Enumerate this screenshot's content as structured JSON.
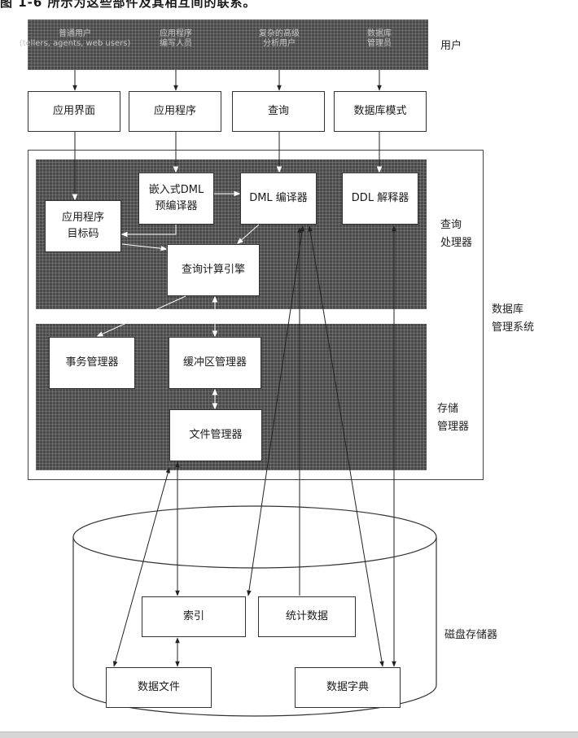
{
  "caption": "图 1-6 所示为这些部件及其相互间的联系。",
  "user_bar": {
    "side_label": "用户",
    "users": [
      {
        "line1": "普通用户",
        "line2": "(tellers, agents, web users)"
      },
      {
        "line1": "应用程序",
        "line2": "编写人员"
      },
      {
        "line1": "复杂的高级",
        "line2": "分析用户"
      },
      {
        "line1": "数据库",
        "line2": "管理员"
      }
    ]
  },
  "interfaces": {
    "app_interface": "应用界面",
    "app_program": "应用程序",
    "query": "查询",
    "db_schema": "数据库模式"
  },
  "dbms": {
    "label_line1": "数据库",
    "label_line2": "管理系统",
    "query_processor": {
      "label_line1": "查询",
      "label_line2": "处理器",
      "embedded_dml_line1": "嵌入式DML",
      "embedded_dml_line2": "预编译器",
      "dml_compiler": "DML 编译器",
      "ddl_interpreter": "DDL 解释器",
      "app_object_code_line1": "应用程序",
      "app_object_code_line2": "目标码",
      "query_engine": "查询计算引擎"
    },
    "storage_manager": {
      "label_line1": "存储",
      "label_line2": "管理器",
      "transaction_manager": "事务管理器",
      "buffer_manager": "缓冲区管理器",
      "file_manager": "文件管理器"
    }
  },
  "disk": {
    "label": "磁盘存储器",
    "indices": "索引",
    "statistical_data": "统计数据",
    "data_files": "数据文件",
    "data_dictionary": "数据字典"
  }
}
